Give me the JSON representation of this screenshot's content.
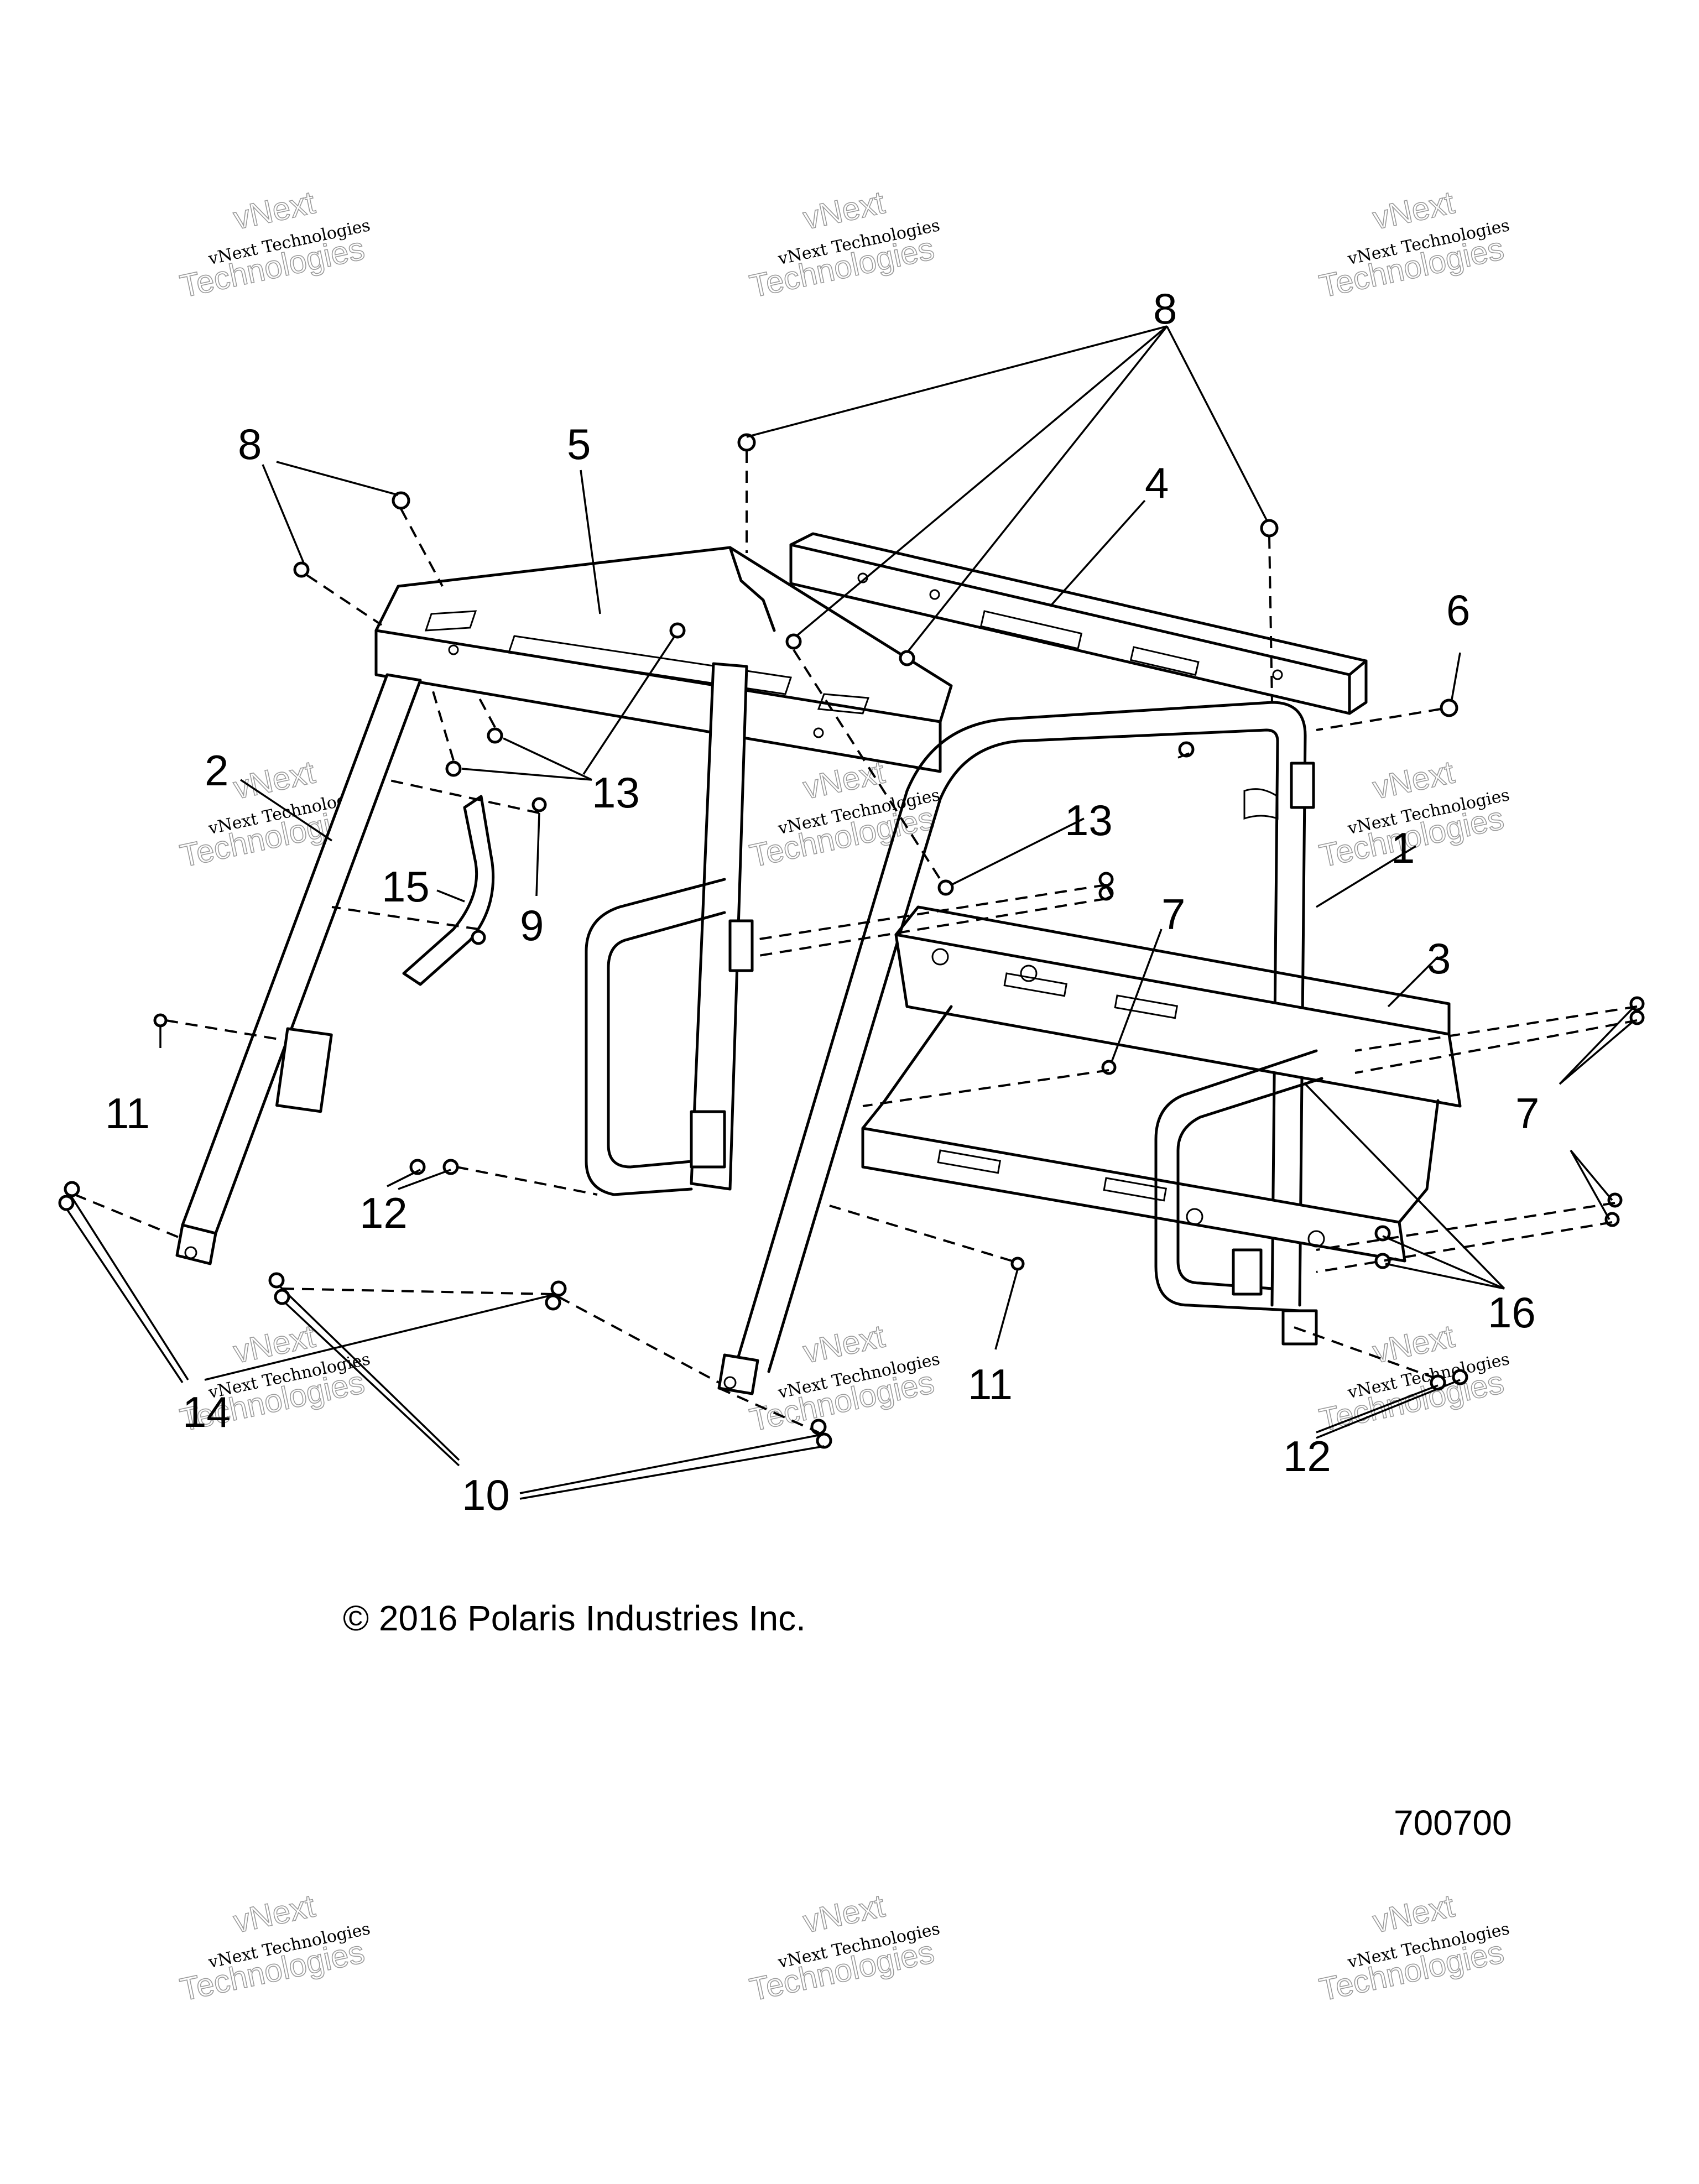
{
  "diagram": {
    "callouts": {
      "c1": "1",
      "c2": "2",
      "c3": "3",
      "c4": "4",
      "c5": "5",
      "c6": "6",
      "c7a": "7",
      "c7b": "7",
      "c8a": "8",
      "c8b": "8",
      "c9": "9",
      "c10": "10",
      "c11a": "11",
      "c11b": "11",
      "c12a": "12",
      "c12b": "12",
      "c13a": "13",
      "c13b": "13",
      "c14": "14",
      "c15": "15",
      "c16": "16"
    }
  },
  "footer": {
    "copyright": "© 2016 Polaris Industries Inc.",
    "figure_number": "700700"
  },
  "watermark": {
    "line1": "vNext Technologies",
    "line2": "vNext",
    "line3": "Technologies"
  },
  "colors": {
    "line": "#000000",
    "background": "#ffffff",
    "watermark_outline": "#9a9a9a"
  }
}
